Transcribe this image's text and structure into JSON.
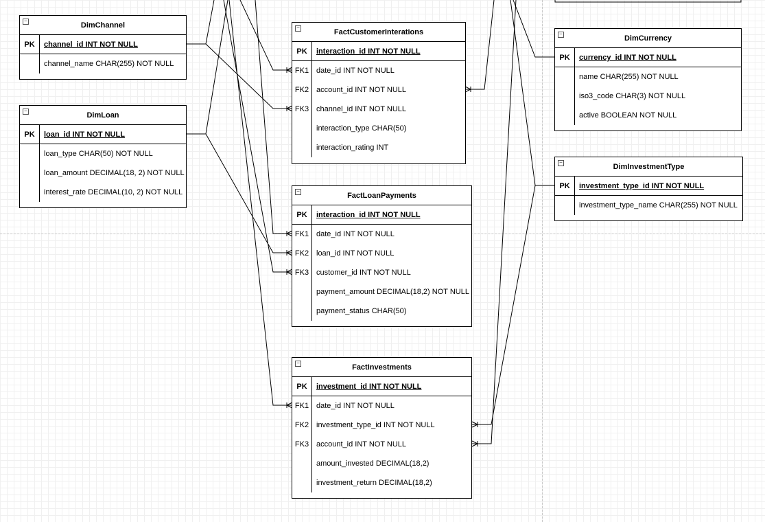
{
  "tables": {
    "dimchannel": {
      "title": "DimChannel",
      "pk": {
        "key": "PK",
        "field": "channel_id INT NOT NULL"
      },
      "rows": [
        {
          "key": "",
          "field": "channel_name CHAR(255) NOT NULL"
        }
      ]
    },
    "dimloan": {
      "title": "DimLoan",
      "pk": {
        "key": "PK",
        "field": "loan_id INT NOT NULL"
      },
      "rows": [
        {
          "key": "",
          "field": "loan_type CHAR(50) NOT NULL"
        },
        {
          "key": "",
          "field": "loan_amount DECIMAL(18, 2) NOT NULL"
        },
        {
          "key": "",
          "field": "interest_rate DECIMAL(10, 2) NOT NULL"
        }
      ]
    },
    "factcustomerinterations": {
      "title": "FactCustomerInterations",
      "pk": {
        "key": "PK",
        "field": "interaction_id INT NOT NULL"
      },
      "rows": [
        {
          "key": "FK1",
          "field": "date_id INT NOT NULL"
        },
        {
          "key": "FK2",
          "field": "account_id INT NOT NULL"
        },
        {
          "key": "FK3",
          "field": "channel_id INT NOT NULL"
        },
        {
          "key": "",
          "field": "interaction_type CHAR(50)"
        },
        {
          "key": "",
          "field": "interaction_rating INT"
        }
      ]
    },
    "factloanpayments": {
      "title": "FactLoanPayments",
      "pk": {
        "key": "PK",
        "field": "interaction_id INT NOT NULL"
      },
      "rows": [
        {
          "key": "FK1",
          "field": "date_id INT NOT NULL"
        },
        {
          "key": "FK2",
          "field": "loan_id INT NOT NULL"
        },
        {
          "key": "FK3",
          "field": "customer_id INT NOT NULL"
        },
        {
          "key": "",
          "field": "payment_amount DECIMAL(18,2) NOT NULL"
        },
        {
          "key": "",
          "field": "payment_status CHAR(50)"
        }
      ]
    },
    "factinvestments": {
      "title": "FactInvestments",
      "pk": {
        "key": "PK",
        "field": "investment_id INT NOT NULL"
      },
      "rows": [
        {
          "key": "FK1",
          "field": "date_id INT NOT NULL"
        },
        {
          "key": "FK2",
          "field": "investment_type_id INT NOT NULL"
        },
        {
          "key": "FK3",
          "field": "account_id INT NOT NULL"
        },
        {
          "key": "",
          "field": "amount_invested DECIMAL(18,2)"
        },
        {
          "key": "",
          "field": "investment_return DECIMAL(18,2)"
        }
      ]
    },
    "dimcurrency": {
      "title": "DimCurrency",
      "pk": {
        "key": "PK",
        "field": "currency_id INT NOT NULL"
      },
      "rows": [
        {
          "key": "",
          "field": "name CHAR(255) NOT NULL"
        },
        {
          "key": "",
          "field": "iso3_code CHAR(3) NOT NULL"
        },
        {
          "key": "",
          "field": "active BOOLEAN NOT NULL"
        }
      ]
    },
    "diminvestmenttype": {
      "title": "DimInvestmentType",
      "pk": {
        "key": "PK",
        "field": "investment_type_id INT NOT NULL"
      },
      "rows": [
        {
          "key": "",
          "field": "investment_type_name CHAR(255) NOT NULL"
        }
      ]
    }
  },
  "colors": {
    "line": "#000000",
    "grid_minor": "#f0f0f0",
    "grid_major": "#e2e2e2",
    "page_break": "#c8c8c8"
  }
}
